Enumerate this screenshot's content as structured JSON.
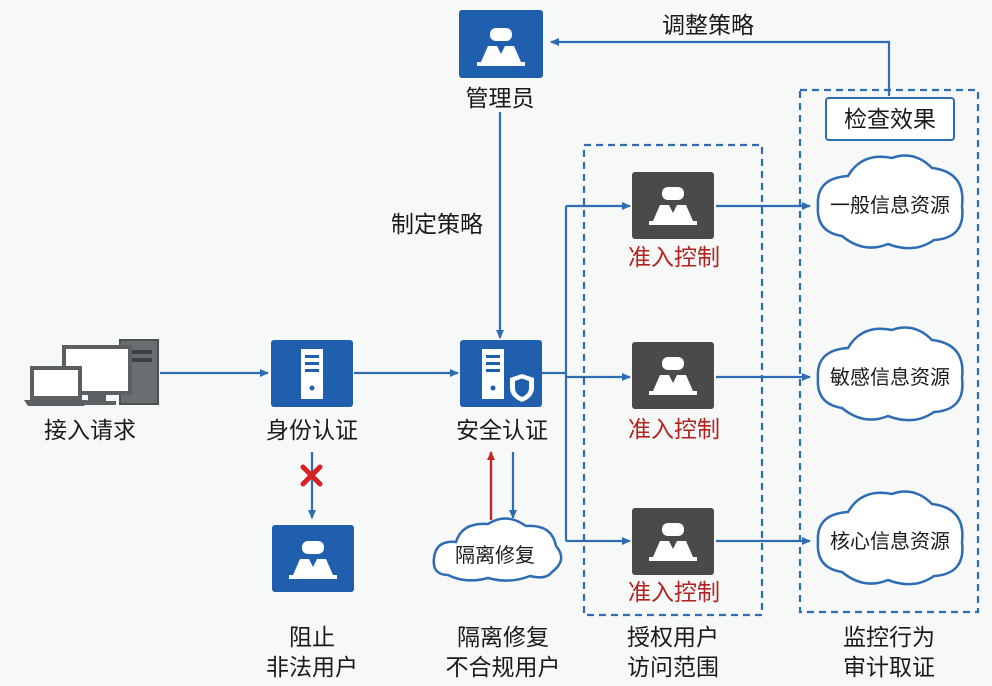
{
  "nodes": {
    "admin": "管理员",
    "access_request": "接入请求",
    "identity_auth": "身份认证",
    "security_auth": "安全认证",
    "block_line1": "阻止",
    "block_line2": "非法用户",
    "isolate_line1": "隔离修复",
    "isolate_line2": "不合规用户",
    "isolate_cloud": "隔离修复",
    "admission_1": "准入控制",
    "admission_2": "准入控制",
    "admission_3": "准入控制",
    "check_effect": "检查效果",
    "resource_general": "一般信息资源",
    "resource_sensitive": "敏感信息资源",
    "resource_core": "核心信息资源"
  },
  "edges": {
    "adjust_policy": "调整策略",
    "make_policy": "制定策略"
  },
  "columns": {
    "authorized_line1": "授权用户",
    "authorized_line2": "访问范围",
    "monitor_line1": "监控行为",
    "monitor_line2": "审计取证"
  },
  "icons": [
    "admin-icon",
    "computer-icon",
    "server-icon",
    "security-server-icon",
    "user-icon",
    "cloud-icon",
    "block-icon"
  ],
  "colors": {
    "flow": "#2e6db4",
    "blue_tile": "#1f5fae",
    "dark_tile": "#4a4a4a",
    "red_text": "#b3221f"
  }
}
